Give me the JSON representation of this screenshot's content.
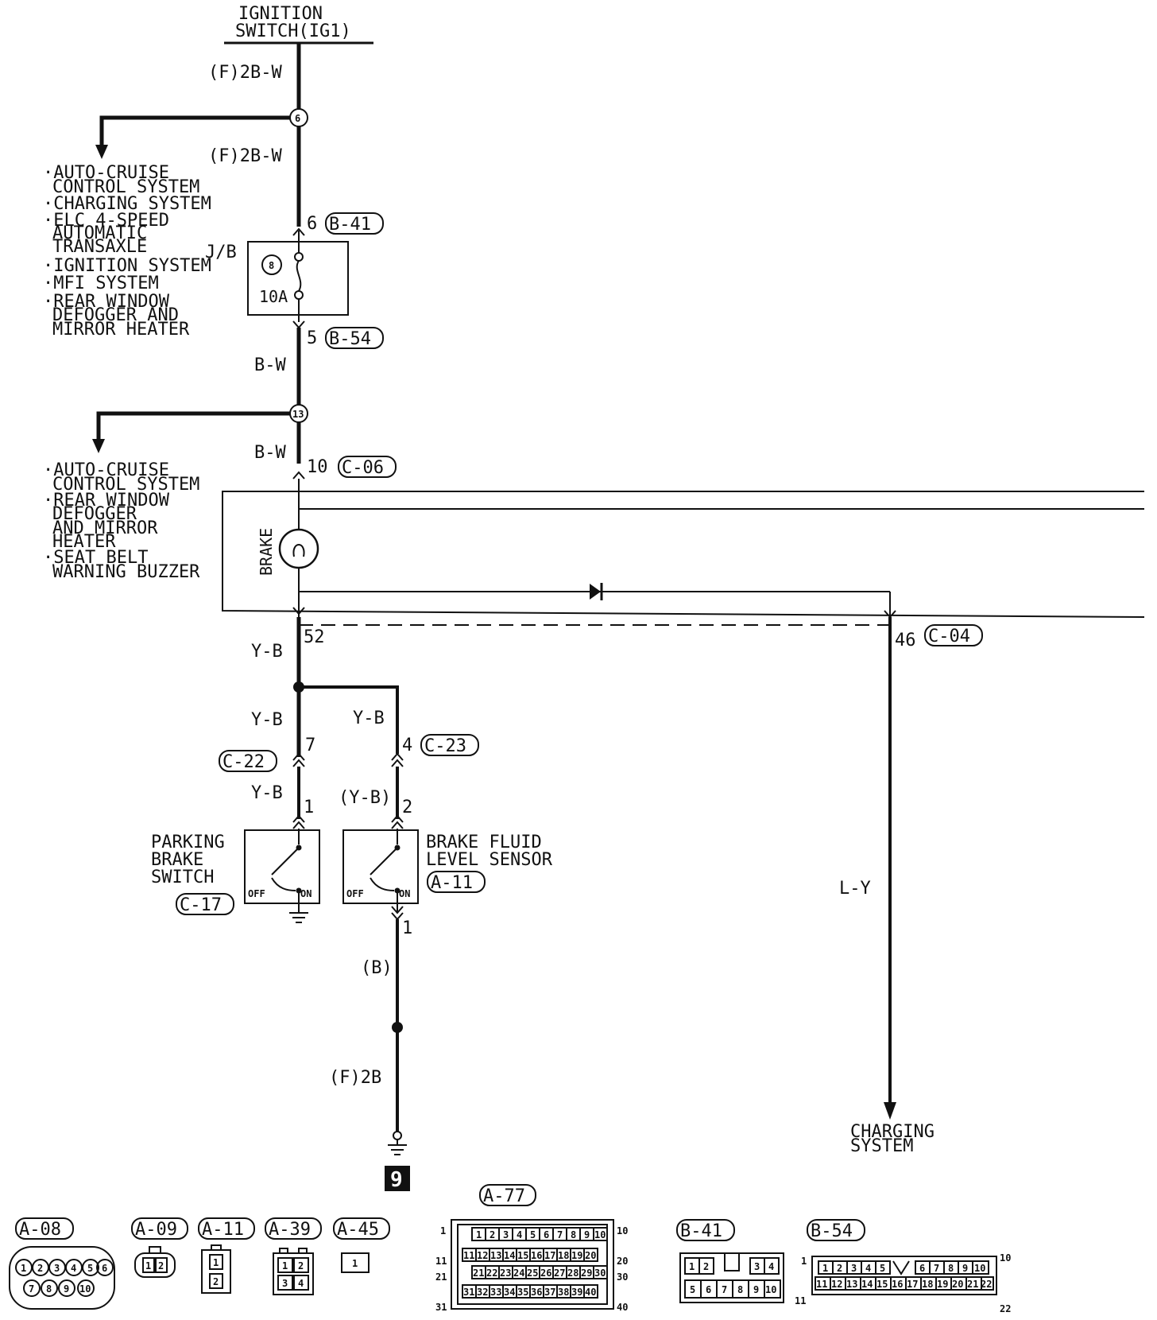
{
  "top_source": {
    "line1": "IGNITION",
    "line2": "SWITCH(IG1)"
  },
  "wires": {
    "w_2bw_top": "(F)2B-W",
    "w_2bw_mid": "(F)2B-W",
    "w_bw_1": "B-W",
    "w_bw_2": "B-W",
    "w_yb_1": "Y-B",
    "w_yb_2": "Y-B",
    "w_yb_3": "Y-B",
    "w_yb_4": "Y-B",
    "w_yb_paren": "(Y-B)",
    "w_b_paren": "(B)",
    "w_f2b": "(F)2B",
    "w_ly": "L-Y"
  },
  "junctions": {
    "j6": "6",
    "j13": "13"
  },
  "branch1_items": [
    "·AUTO-CRUISE",
    "CONTROL SYSTEM",
    "·CHARGING SYSTEM",
    "·ELC 4-SPEED",
    "AUTOMATIC",
    "TRANSAXLE",
    "·IGNITION SYSTEM",
    "·MFI SYSTEM",
    "·REAR WINDOW",
    "DEFOGGER AND",
    "MIRROR HEATER"
  ],
  "branch2_items": [
    "·AUTO-CRUISE",
    "CONTROL SYSTEM",
    "·REAR WINDOW",
    "DEFOGGER",
    "AND MIRROR",
    "HEATER",
    "·SEAT BELT",
    "WARNING BUZZER"
  ],
  "jb": {
    "label": "J/B",
    "fuse_no": "8",
    "rating": "10A"
  },
  "pins": {
    "p6": "6",
    "p5": "5",
    "p10": "10",
    "p52": "52",
    "p46": "46",
    "p7": "7",
    "p4": "4",
    "p1a": "1",
    "p2": "2",
    "p1b": "1"
  },
  "connectors": {
    "b41": "B-41",
    "b54": "B-54",
    "c06": "C-06",
    "c04": "C-04",
    "c22": "C-22",
    "c23": "C-23",
    "a11": "A-11",
    "c17": "C-17"
  },
  "brake_lamp": "BRAKE",
  "parking_switch": {
    "line1": "PARKING",
    "line2": "BRAKE",
    "line3": "SWITCH",
    "off": "OFF",
    "on": "ON"
  },
  "fluid_sensor": {
    "line1": "BRAKE FLUID",
    "line2": "LEVEL SENSOR",
    "off": "OFF",
    "on": "ON"
  },
  "ground_num": "9",
  "charging": {
    "line1": "CHARGING",
    "line2": "SYSTEM"
  },
  "legend": {
    "a08": "A-08",
    "a09": "A-09",
    "a11": "A-11",
    "a39": "A-39",
    "a45": "A-45",
    "a77": "A-77",
    "b41": "B-41",
    "b54": "B-54",
    "a08_pins": [
      "1",
      "2",
      "3",
      "4",
      "5",
      "6",
      "7",
      "8",
      "9",
      "10"
    ],
    "a09_pins": [
      "1",
      "2"
    ],
    "a11_pins": [
      "1",
      "2"
    ],
    "a39_pins": [
      "1",
      "2",
      "3",
      "4"
    ],
    "a45_pins": [
      "1"
    ],
    "a77_row1": [
      "1",
      "2",
      "3",
      "4",
      "5",
      "6",
      "7",
      "8",
      "9",
      "10"
    ],
    "a77_row2": [
      "11",
      "12",
      "13",
      "14",
      "15",
      "16",
      "17",
      "18",
      "19",
      "20"
    ],
    "a77_row3": [
      "21",
      "22",
      "23",
      "24",
      "25",
      "26",
      "27",
      "28",
      "29",
      "30"
    ],
    "a77_row4": [
      "31",
      "32",
      "33",
      "34",
      "35",
      "36",
      "37",
      "38",
      "39",
      "40"
    ],
    "a77_side": [
      "1",
      "10",
      "11",
      "20",
      "21",
      "30",
      "31",
      "40"
    ],
    "b41_row1": [
      "1",
      "2",
      "3",
      "4"
    ],
    "b41_row2": [
      "5",
      "6",
      "7",
      "8",
      "9",
      "10"
    ],
    "b54_row1": [
      "1",
      "2",
      "3",
      "4",
      "5",
      "6",
      "7",
      "8",
      "9",
      "10"
    ],
    "b54_row2": [
      "11",
      "12",
      "13",
      "14",
      "15",
      "16",
      "17",
      "18",
      "19",
      "20",
      "21",
      "22"
    ],
    "b54_side": [
      "1",
      "10",
      "11",
      "22"
    ]
  }
}
